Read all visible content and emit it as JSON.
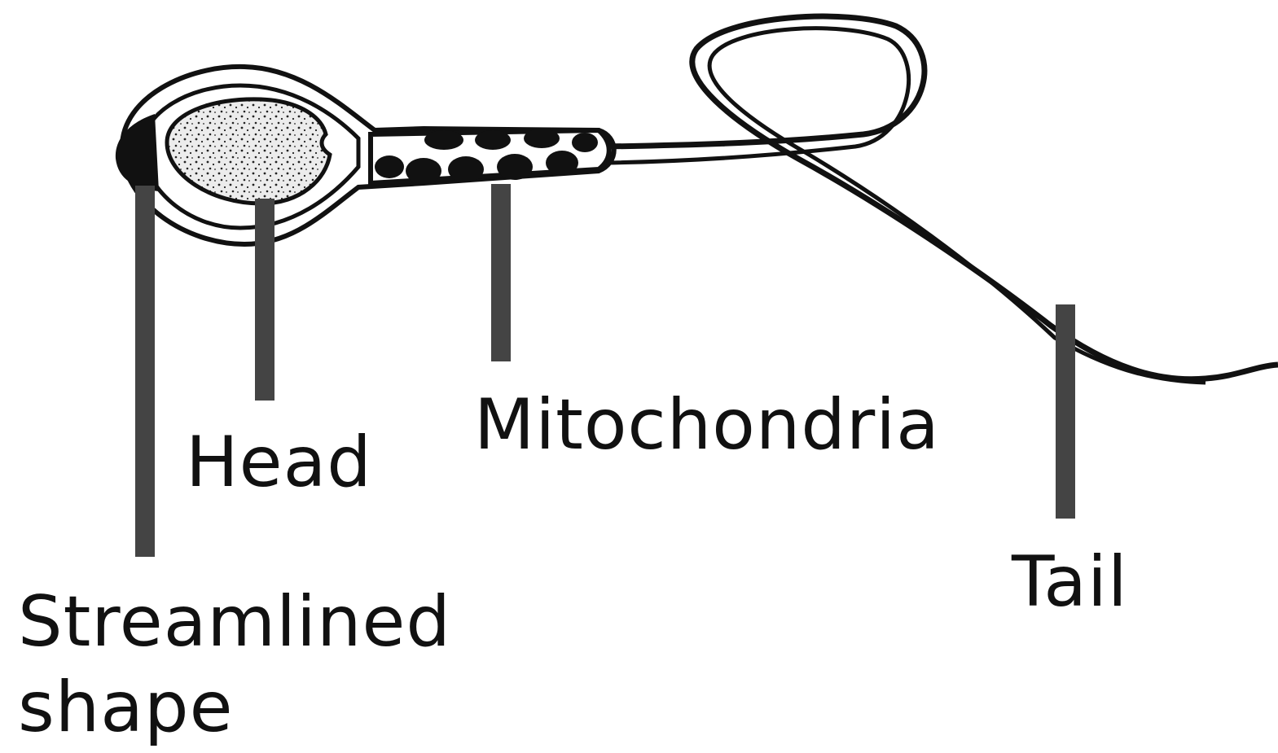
{
  "diagram": {
    "subject": "sperm cell",
    "labels": {
      "streamlined_line1": "Streamlined",
      "streamlined_line2": "shape",
      "head": "Head",
      "mitochondria": "Mitochondria",
      "tail": "Tail"
    }
  },
  "colors": {
    "outline": "#111111",
    "nucleus_fill": "#e8e8e8",
    "pointer": "#444444",
    "background": "#ffffff"
  }
}
